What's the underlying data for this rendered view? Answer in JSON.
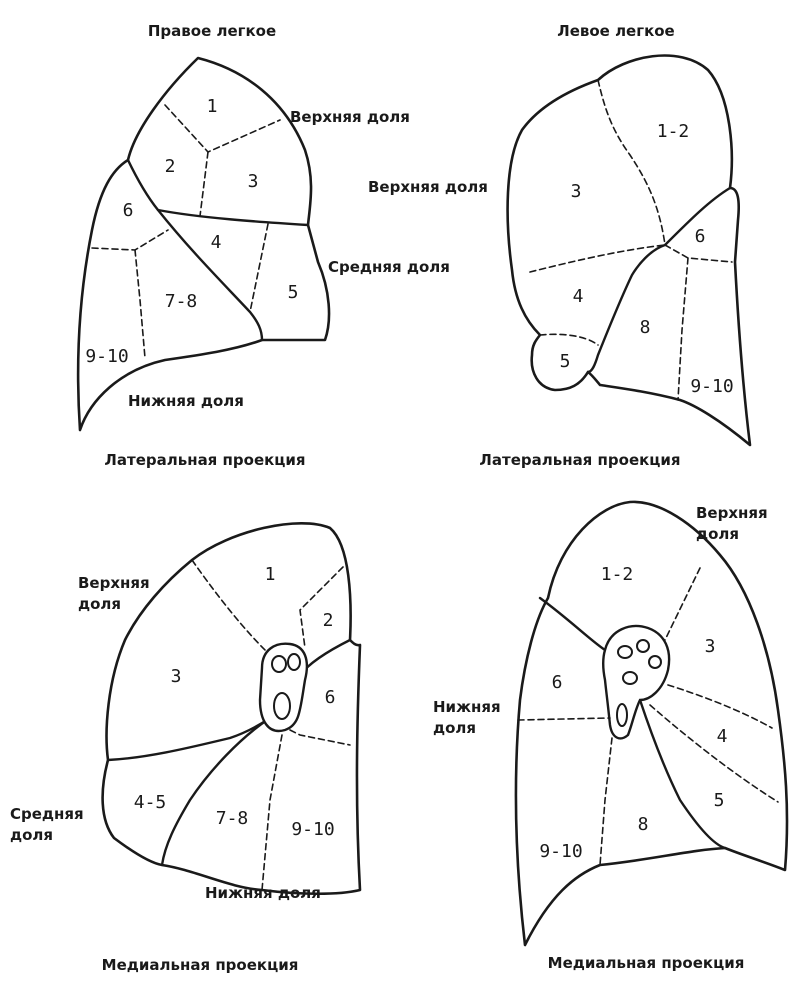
{
  "panels": {
    "right_lateral": {
      "title": "Правое легкое",
      "caption": "Латеральная проекция",
      "lobes": {
        "upper": "Верхняя доля",
        "middle": "Средняя доля",
        "lower": "Нижняя доля"
      },
      "segments": [
        "1",
        "2",
        "3",
        "4",
        "5",
        "6",
        "7-8",
        "9-10"
      ]
    },
    "left_lateral": {
      "title": "Левое легкое",
      "caption": "Латеральная проекция",
      "lobes": {
        "upper": "Верхняя доля"
      },
      "segments": [
        "1-2",
        "3",
        "4",
        "5",
        "6",
        "8",
        "9-10"
      ]
    },
    "right_medial": {
      "caption": "Медиальная проекция",
      "lobes": {
        "upper_line1": "Верхняя",
        "upper_line2": "доля",
        "middle_line1": "Средняя",
        "middle_line2": "доля",
        "lower": "Нижняя доля"
      },
      "segments": [
        "1",
        "2",
        "3",
        "4-5",
        "6",
        "7-8",
        "9-10"
      ]
    },
    "left_medial": {
      "caption": "Медиальная проекция",
      "lobes": {
        "upper_line1": "Верхняя",
        "upper_line2": "доля",
        "lower_line1": "Нижняя",
        "lower_line2": "доля"
      },
      "segments": [
        "1-2",
        "3",
        "4",
        "5",
        "6",
        "8",
        "9-10"
      ]
    }
  }
}
